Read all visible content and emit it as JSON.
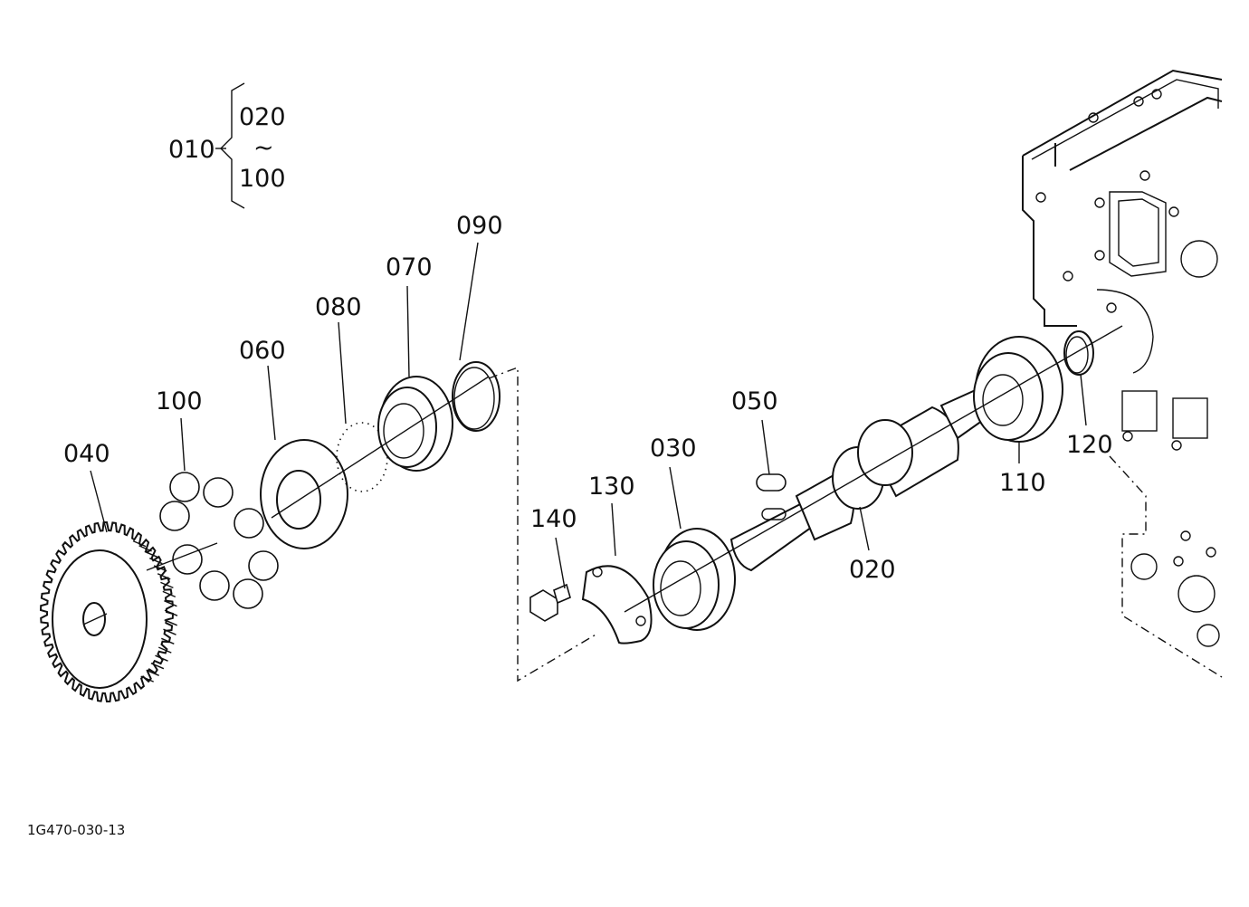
{
  "diagram": {
    "assembly": {
      "label": "010",
      "range_from": "020",
      "range_sep": "~",
      "range_to": "100"
    },
    "parts": {
      "p020": "020",
      "p030": "030",
      "p040": "040",
      "p050": "050",
      "p060": "060",
      "p070": "070",
      "p080": "080",
      "p090": "090",
      "p100": "100",
      "p110": "110",
      "p120": "120",
      "p130": "130",
      "p140": "140"
    },
    "drawing_code": "1G470-030-13"
  }
}
